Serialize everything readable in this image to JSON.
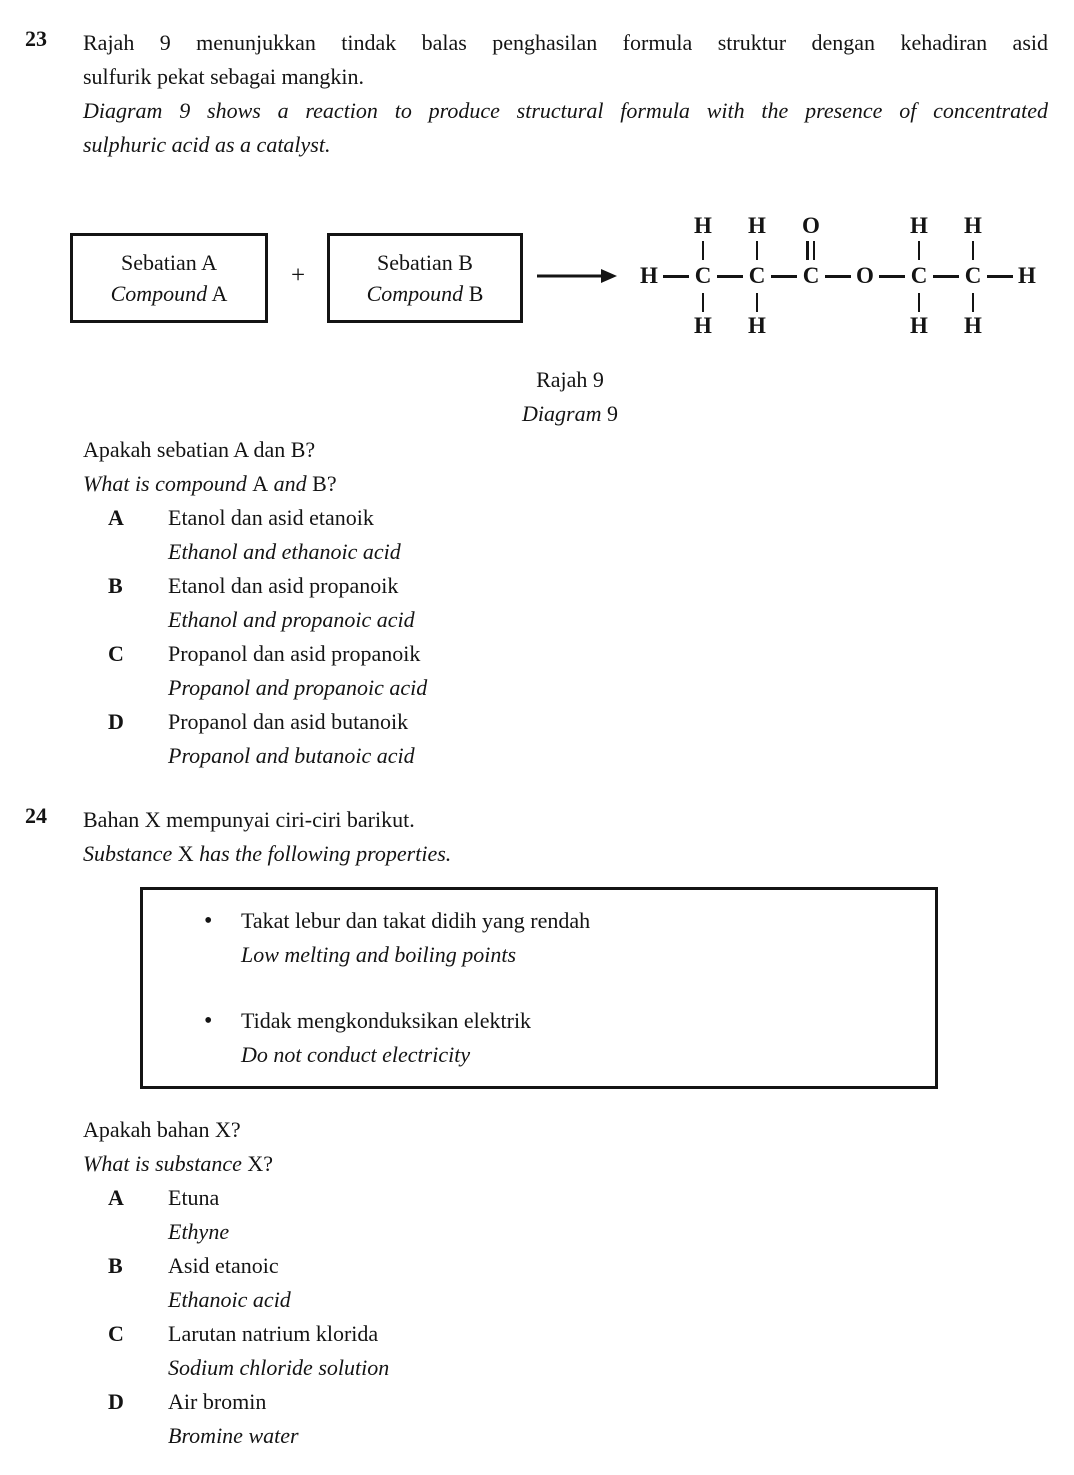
{
  "q23": {
    "number": "23",
    "intro_my_lines": [
      "Rajah 9 menunjukkan tindak balas penghasilan formula struktur dengan kehadiran asid",
      "sulfurik pekat sebagai mangkin."
    ],
    "intro_en_lines": [
      "Diagram 9 shows a reaction to produce structural formula with the presence of concentrated",
      "sulphuric acid as a catalyst."
    ],
    "diagram": {
      "box_a_line1": "Sebatian A",
      "box_a_line2_parts": [
        {
          "t": "Compound",
          "i": true
        },
        {
          "t": " A",
          "i": false
        }
      ],
      "plus": "+",
      "box_b_line1": "Sebatian B",
      "box_b_line2_parts": [
        {
          "t": "Compound",
          "i": true
        },
        {
          "t": " B",
          "i": false
        }
      ],
      "caption_my": "Rajah 9",
      "caption_en_parts": [
        {
          "t": "Diagram ",
          "i": true
        },
        {
          "t": "9",
          "i": false
        }
      ],
      "formula_chain": [
        {
          "symbol": "H"
        },
        {
          "symbol": "C",
          "top": "H",
          "bottom": "H"
        },
        {
          "symbol": "C",
          "top": "H",
          "bottom": "H"
        },
        {
          "symbol": "C",
          "top": "O",
          "double_bond": true
        },
        {
          "symbol": "O"
        },
        {
          "symbol": "C",
          "top": "H",
          "bottom": "H"
        },
        {
          "symbol": "C",
          "top": "H",
          "bottom": "H"
        },
        {
          "symbol": "H"
        }
      ]
    },
    "question_my": "Apakah sebatian A dan B?",
    "question_en_parts": [
      {
        "t": "What is compound ",
        "i": true
      },
      {
        "t": "A",
        "i": false
      },
      {
        "t": " and ",
        "i": true
      },
      {
        "t": "B?",
        "i": false
      }
    ],
    "options": [
      {
        "letter": "A",
        "my": "Etanol dan asid etanoik",
        "en": "Ethanol and ethanoic acid"
      },
      {
        "letter": "B",
        "my": "Etanol dan asid propanoik",
        "en": "Ethanol and propanoic acid"
      },
      {
        "letter": "C",
        "my": "Propanol dan asid propanoik",
        "en": "Propanol and propanoic acid"
      },
      {
        "letter": "D",
        "my": "Propanol dan asid butanoik",
        "en": "Propanol and butanoic acid"
      }
    ]
  },
  "q24": {
    "number": "24",
    "intro_my": "Bahan X mempunyai ciri-ciri barikut.",
    "intro_en_parts": [
      {
        "t": "Substance ",
        "i": true
      },
      {
        "t": "X",
        "i": false
      },
      {
        "t": " has the following properties.",
        "i": true
      }
    ],
    "bullet": "•",
    "properties": [
      {
        "my": "Takat lebur dan takat didih yang rendah",
        "en": "Low melting and boiling points"
      },
      {
        "my": "Tidak mengkonduksikan elektrik",
        "en": "Do not conduct electricity"
      }
    ],
    "question_my": "Apakah bahan X?",
    "question_en_parts": [
      {
        "t": "What is substance ",
        "i": true
      },
      {
        "t": "X?",
        "i": false
      }
    ],
    "options": [
      {
        "letter": "A",
        "my": "Etuna",
        "en": "Ethyne"
      },
      {
        "letter": "B",
        "my": "Asid etanoic",
        "en": "Ethanoic acid"
      },
      {
        "letter": "C",
        "my": "Larutan natrium klorida",
        "en": "Sodium chloride solution"
      },
      {
        "letter": "D",
        "my": "Air bromin",
        "en": "Bromine water"
      }
    ]
  }
}
